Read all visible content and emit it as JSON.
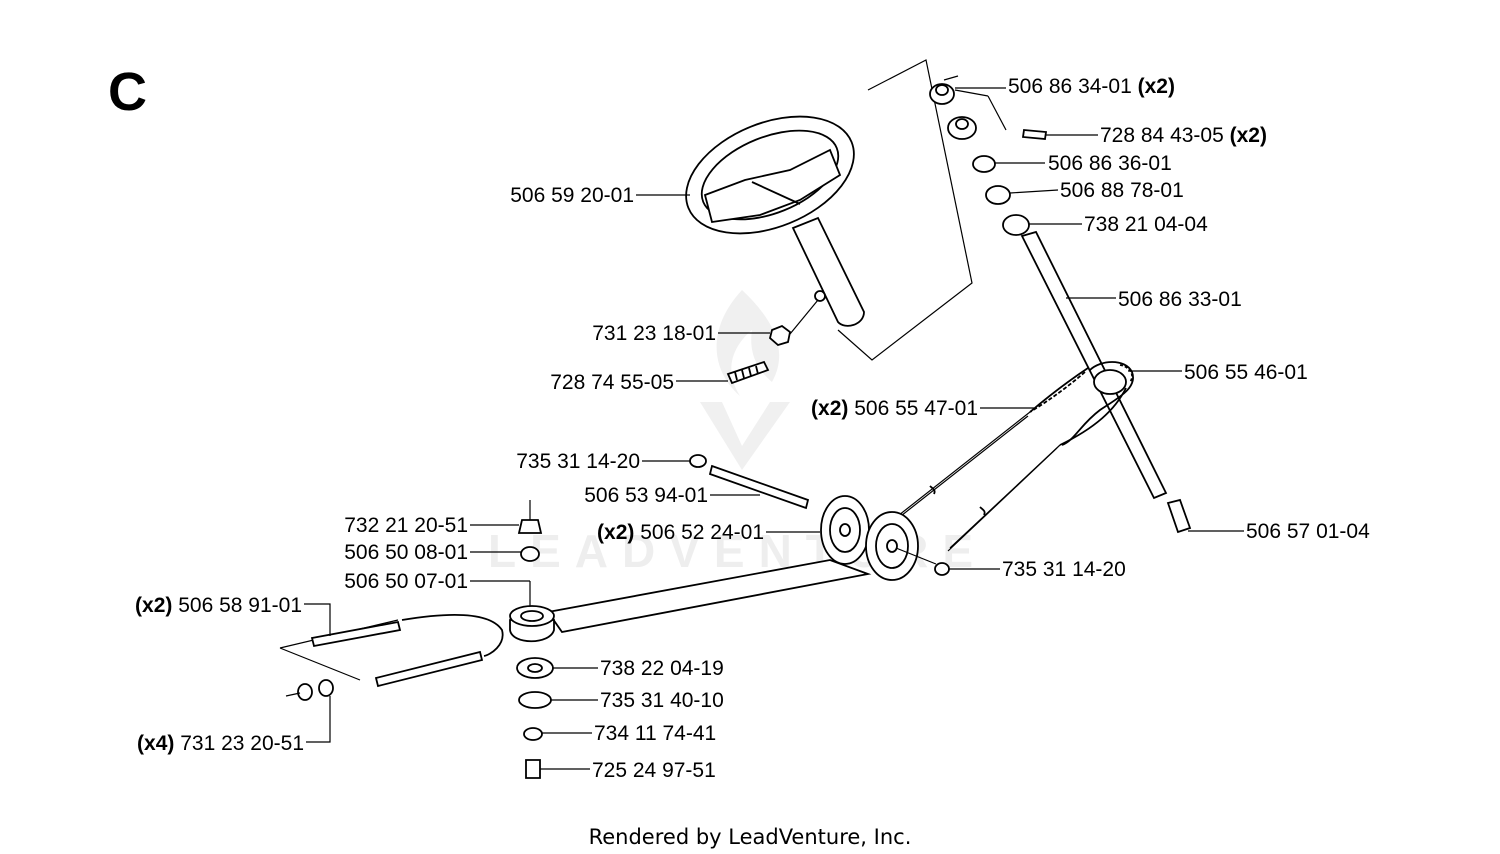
{
  "section_label": "C",
  "watermark": "LEADVENTURE",
  "footer": "Rendered by LeadVenture, Inc.",
  "parts": [
    {
      "number": "506 86 34-01",
      "qty": "(x2)",
      "qty_side": "after"
    },
    {
      "number": "728 84 43-05",
      "qty": "(x2)",
      "qty_side": "after"
    },
    {
      "number": "506 86 36-01",
      "qty": "",
      "qty_side": "after"
    },
    {
      "number": "506 88 78-01",
      "qty": "",
      "qty_side": "after"
    },
    {
      "number": "738 21 04-04",
      "qty": "",
      "qty_side": "after"
    },
    {
      "number": "506 59 20-01",
      "qty": "",
      "qty_side": "before"
    },
    {
      "number": "506 86 33-01",
      "qty": "",
      "qty_side": "after"
    },
    {
      "number": "731 23 18-01",
      "qty": "",
      "qty_side": "before"
    },
    {
      "number": "506 55 46-01",
      "qty": "",
      "qty_side": "after"
    },
    {
      "number": "728 74 55-05",
      "qty": "",
      "qty_side": "before"
    },
    {
      "number": "506 55 47-01",
      "qty": "(x2)",
      "qty_side": "before"
    },
    {
      "number": "735 31 14-20",
      "qty": "",
      "qty_side": "before"
    },
    {
      "number": "506 53 94-01",
      "qty": "",
      "qty_side": "before"
    },
    {
      "number": "732 21 20-51",
      "qty": "",
      "qty_side": "before"
    },
    {
      "number": "506 52 24-01",
      "qty": "(x2)",
      "qty_side": "before"
    },
    {
      "number": "506 57 01-04",
      "qty": "",
      "qty_side": "after"
    },
    {
      "number": "506 50 08-01",
      "qty": "",
      "qty_side": "before"
    },
    {
      "number": "735 31 14-20",
      "qty": "",
      "qty_side": "after"
    },
    {
      "number": "506 50 07-01",
      "qty": "",
      "qty_side": "before"
    },
    {
      "number": "506 58 91-01",
      "qty": "(x2)",
      "qty_side": "before"
    },
    {
      "number": "738 22 04-19",
      "qty": "",
      "qty_side": "after"
    },
    {
      "number": "735 31 40-10",
      "qty": "",
      "qty_side": "after"
    },
    {
      "number": "734 11 74-41",
      "qty": "",
      "qty_side": "after"
    },
    {
      "number": "731 23 20-51",
      "qty": "(x4)",
      "qty_side": "before"
    },
    {
      "number": "725 24 97-51",
      "qty": "",
      "qty_side": "after"
    }
  ]
}
